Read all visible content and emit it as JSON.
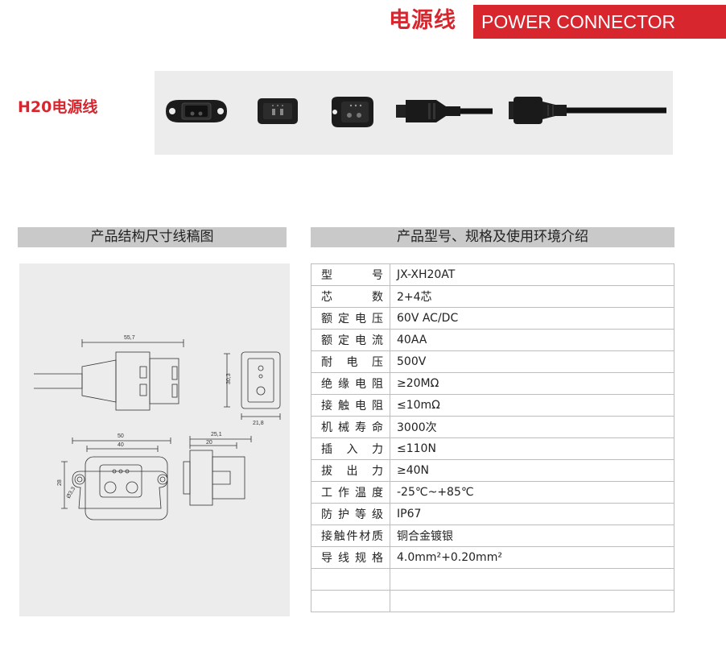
{
  "header": {
    "title_cn": "电源线",
    "title_en": "POWER CONNECTOR"
  },
  "product": {
    "name": "H20电源线"
  },
  "sections": {
    "drawing_title": "产品结构尺寸线稿图",
    "spec_title": "产品型号、规格及使用环境介绍"
  },
  "drawing": {
    "dims": {
      "top_width": "55,7",
      "height": "30,3",
      "side_width": "21,8",
      "flange_width": "50",
      "inner_width": "40",
      "depth_outer": "25,1",
      "depth_inner": "20",
      "flange_height": "28",
      "hole_dia": "Ø3,3"
    }
  },
  "specs": [
    {
      "key": "型号",
      "value": "JX-XH20AT"
    },
    {
      "key": "芯数",
      "value": "2+4芯"
    },
    {
      "key": "额定电压",
      "value": "60V AC/DC"
    },
    {
      "key": "额定电流",
      "value": "40AA"
    },
    {
      "key": "耐电压",
      "value": "500V"
    },
    {
      "key": "绝缘电阻",
      "value": "≥20MΩ"
    },
    {
      "key": "接触电阻",
      "value": "≤10mΩ"
    },
    {
      "key": "机械寿命",
      "value": "3000次"
    },
    {
      "key": "插入力",
      "value": "≤110N"
    },
    {
      "key": "拔出力",
      "value": "≥40N"
    },
    {
      "key": "工作温度",
      "value": "-25℃~+85℃"
    },
    {
      "key": "防护等级",
      "value": "IP67"
    },
    {
      "key": "接触件材质",
      "value": "铜合金镀银"
    },
    {
      "key": "导线规格",
      "value": "4.0mm²+0.20mm²"
    },
    {
      "key": "",
      "value": ""
    },
    {
      "key": "",
      "value": ""
    }
  ],
  "colors": {
    "brand_red": "#d7262e",
    "section_gray": "#c9c9c9",
    "panel_gray": "#ececec"
  }
}
